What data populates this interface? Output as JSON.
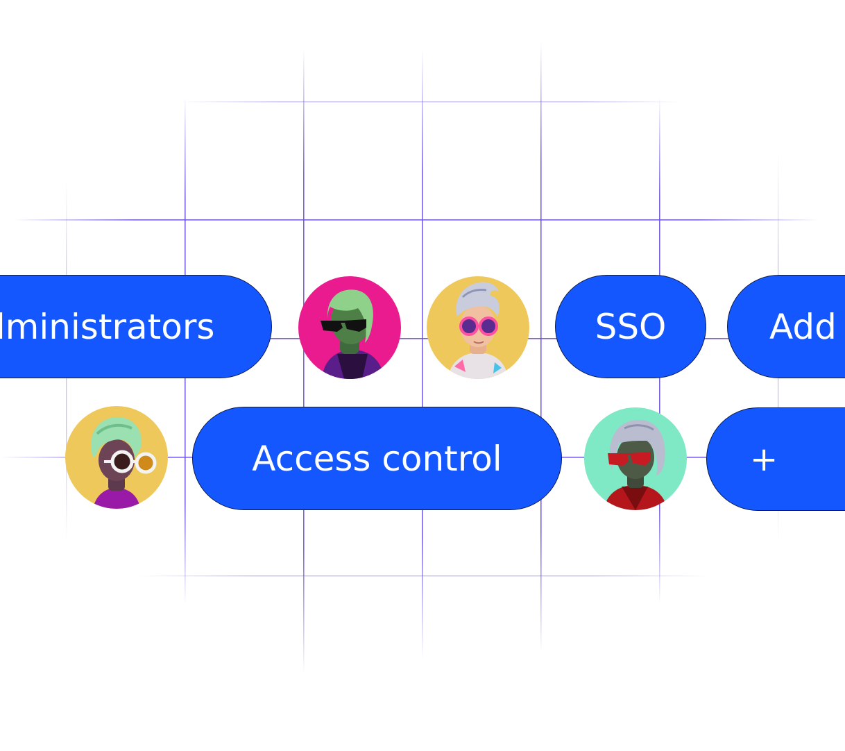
{
  "pills": {
    "administrators": "Administrators",
    "sso": "SSO",
    "add": "Add",
    "access_control": "Access control",
    "plus": "+"
  },
  "colors": {
    "pill_blue": "#1557ff",
    "grid_line": "#6a4fd8",
    "avatar_magenta": "#ea1b8f",
    "avatar_yellow": "#eec85a",
    "avatar_mint": "#7fe8c4"
  },
  "avatars": [
    {
      "name": "avatar-green-hair-sunglasses",
      "icon": "person-avatar-icon"
    },
    {
      "name": "avatar-silver-hair-pink-glasses",
      "icon": "person-avatar-icon"
    },
    {
      "name": "avatar-mint-hair-white-glasses",
      "icon": "person-avatar-icon"
    },
    {
      "name": "avatar-silver-bob-red-glasses",
      "icon": "person-avatar-icon"
    }
  ]
}
